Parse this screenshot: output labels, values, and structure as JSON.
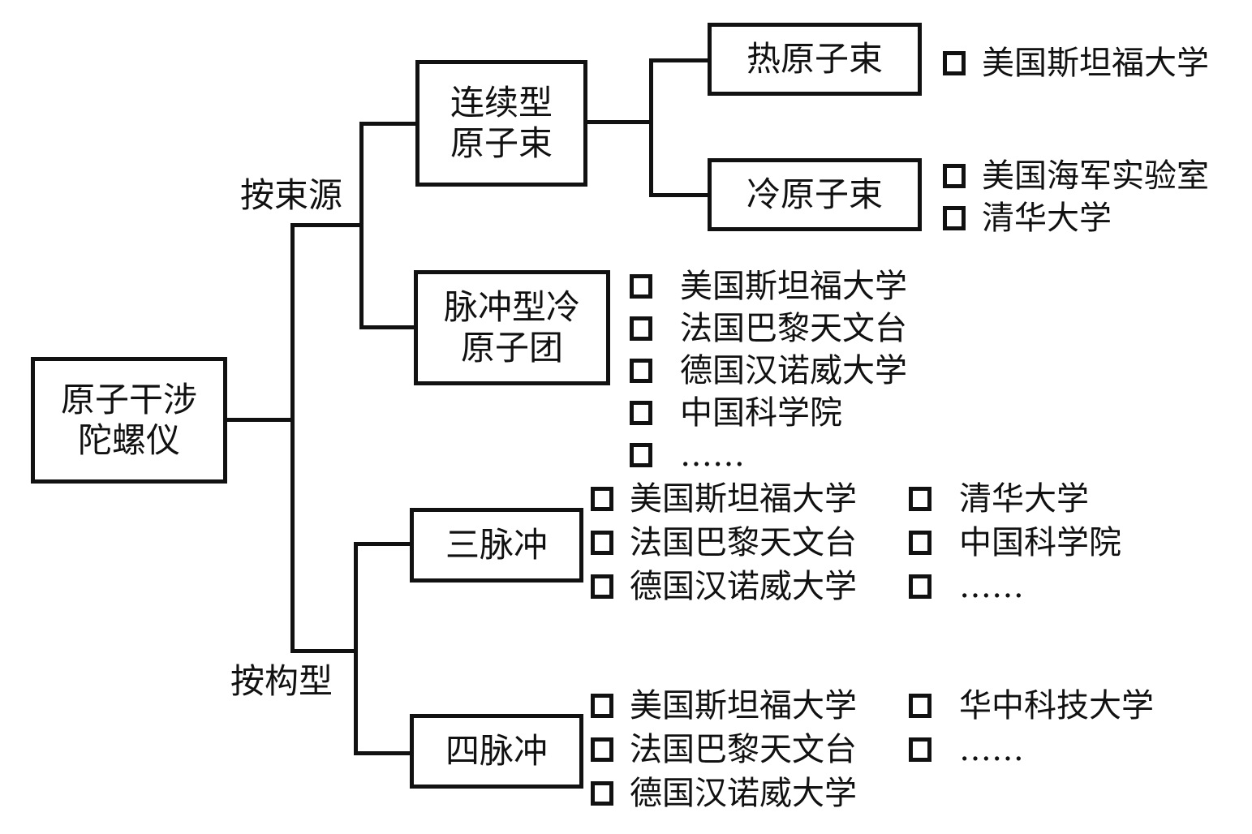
{
  "root": {
    "line1": "原子干涉",
    "line2": "陀螺仪"
  },
  "branches": {
    "by_source": {
      "label": "按束源"
    },
    "by_config": {
      "label": "按构型"
    }
  },
  "continuous": {
    "line1": "连续型",
    "line2": "原子束"
  },
  "hot_beam": {
    "label": "热原子束",
    "institutions": [
      "美国斯坦福大学"
    ]
  },
  "cold_beam": {
    "label": "冷原子束",
    "institutions": [
      "美国海军实验室",
      "清华大学"
    ]
  },
  "pulsed": {
    "line1": "脉冲型冷",
    "line2": "原子团",
    "institutions": [
      "美国斯坦福大学",
      "法国巴黎天文台",
      "德国汉诺威大学",
      "中国科学院",
      "……"
    ]
  },
  "three_pulse": {
    "label": "三脉冲",
    "col1": [
      "美国斯坦福大学",
      "法国巴黎天文台",
      "德国汉诺威大学"
    ],
    "col2": [
      "清华大学",
      "中国科学院",
      "……"
    ]
  },
  "four_pulse": {
    "label": "四脉冲",
    "col1": [
      "美国斯坦福大学",
      "法国巴黎天文台",
      "德国汉诺威大学"
    ],
    "col2": [
      "华中科技大学",
      "……"
    ]
  }
}
